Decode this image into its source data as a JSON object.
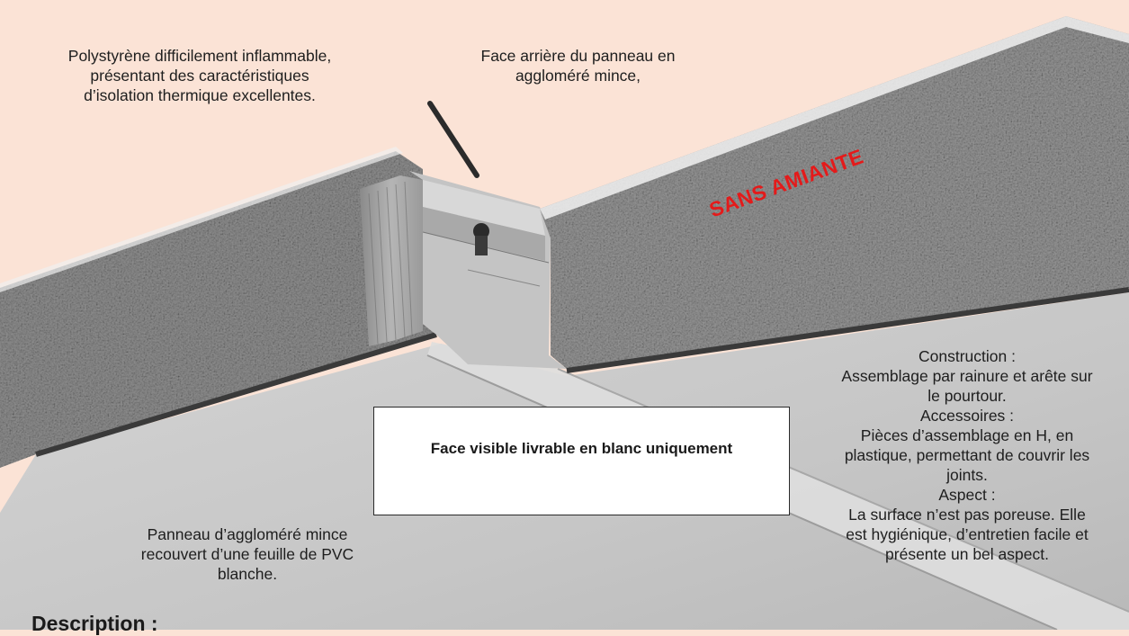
{
  "captions": {
    "polystyrene": [
      "Polystyrène difficilement inflammable,",
      "présentant des caractéristiques",
      "d’isolation thermique excellentes."
    ],
    "back_face": [
      "Face arrière du panneau en",
      "aggloméré mince,"
    ],
    "panel": [
      "Panneau d’aggloméré mince",
      "recouvert d’une feuille de PVC",
      "blanche."
    ],
    "right_block": [
      "Construction :",
      "Assemblage par rainure et arête sur",
      "le pourtour.",
      "Accessoires :",
      "Pièces d’assemblage en H, en",
      "plastique, permettant de couvrir les",
      "joints.",
      "Aspect :",
      "La surface n’est pas poreuse. Elle",
      "est hygiénique, d’entretien facile et",
      "présente un bel aspect."
    ]
  },
  "visible_face_box": "Face visible livrable en blanc uniquement",
  "stamp": "SANS AMIANTE",
  "description_heading": "Description :",
  "colors": {
    "background": "#fbe3d6",
    "stamp": "#e41a1a",
    "panel_face": "#c9c9c9",
    "foam": "#8d8d8d"
  }
}
